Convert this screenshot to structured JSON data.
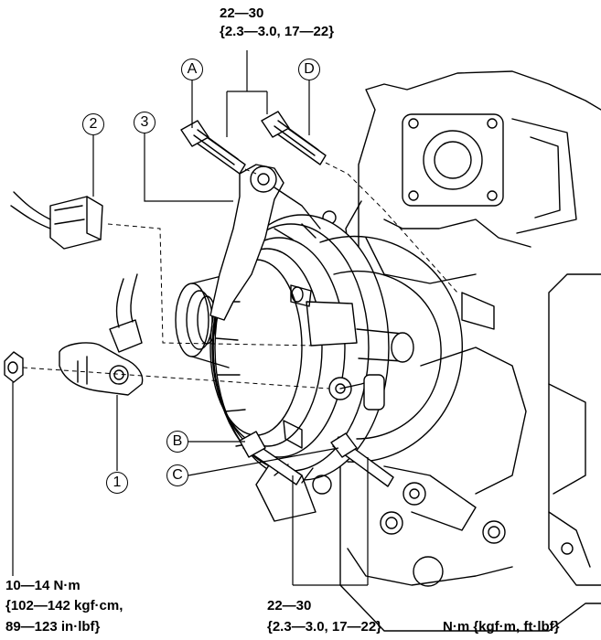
{
  "callouts": {
    "part1": "1",
    "part2": "2",
    "part3": "3",
    "boltA": "A",
    "boltB": "B",
    "boltC": "C",
    "boltD": "D"
  },
  "torque_top": {
    "line1": "22—30",
    "line2": "{2.3—3.0, 17—22}"
  },
  "torque_bottom": {
    "line1": "22—30",
    "line2": "{2.3—3.0, 17—22}"
  },
  "torque_left": {
    "line1": "10—14 N·m",
    "line2": "{102—142 kgf·cm,",
    "line3": "89—123 in·lbf}"
  },
  "units_note": "N·m {kgf·m, ft·lbf}"
}
